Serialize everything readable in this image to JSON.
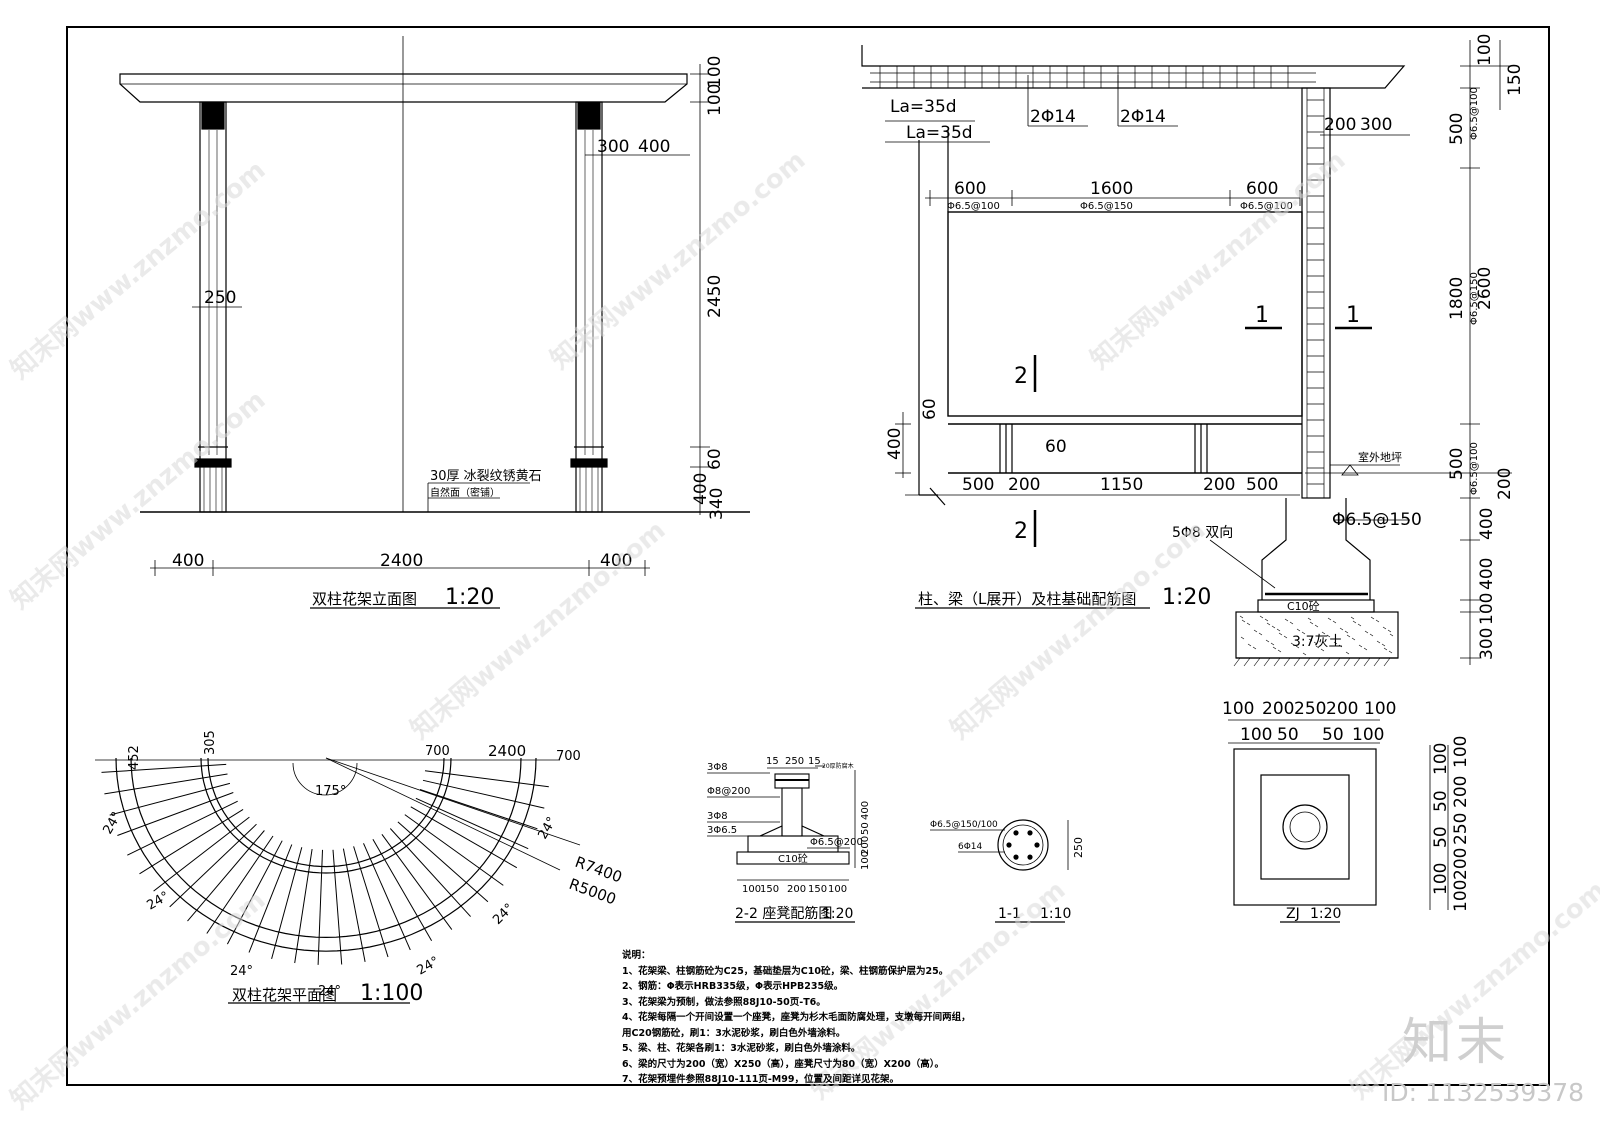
{
  "elevation": {
    "title": "双柱花架立面图",
    "scale": "1:20",
    "dims": {
      "overall_height": "2450",
      "top_a": "100",
      "top_b": "100",
      "cap": "300",
      "cap_b": "400",
      "column_width": "250",
      "base_a": "60",
      "base_b": "400",
      "base_c": "340",
      "left_overhang": "400",
      "span": "2400",
      "right_overhang": "400"
    },
    "notes": {
      "stone": "30厚 冰裂纹锈黄石",
      "finish": "自然面（密铺）"
    }
  },
  "rebar_detail": {
    "title": "柱、梁（L展开）及柱基础配筋图",
    "scale": "1:20",
    "anchor_1": "La=35d",
    "anchor_2": "La=35d",
    "top_bar_1": "2Φ14",
    "top_bar_2": "2Φ14",
    "span_dims": [
      "600",
      "1600",
      "600"
    ],
    "stirrups": [
      "Φ6.5@100",
      "Φ6.5@150",
      "Φ6.5@100"
    ],
    "top_right_dims": [
      "200",
      "300"
    ],
    "right_dims": {
      "a": "100",
      "b": "150",
      "c": "500",
      "d": "1800",
      "e": "2600",
      "f": "500",
      "g": "200",
      "h": "400",
      "i": "400",
      "j": "100",
      "k": "300"
    },
    "right_stirrups": [
      "Φ6.5@100",
      "Φ6.5@150",
      "Φ6.5@100"
    ],
    "left_dims": [
      "60",
      "400"
    ],
    "bottom_dims": [
      "500",
      "200",
      "1150",
      "200",
      "500"
    ],
    "mid_dim": "60",
    "section_1": "1",
    "section_2": "2",
    "outdoor_ground": "室外地坪",
    "column_stirrup": "Φ6.5@150",
    "footing_bars": "5Φ8 双向",
    "cushion": "C10砼",
    "soil": "3:7灰土"
  },
  "plan": {
    "title": "双柱花架平面图",
    "scale": "1:100",
    "angle": "175°",
    "seg_angle": "24°",
    "radius_outer": "R7400",
    "radius_inner": "R5000",
    "top_dims": [
      "700",
      "2400",
      "700"
    ],
    "left_dims": [
      "452",
      "305"
    ]
  },
  "beam_section": {
    "title": "2-2 座凳配筋图",
    "scale": "1:20",
    "labels": [
      "3Φ8",
      "Φ8@200",
      "3Φ8",
      "3Φ6.5",
      "Φ6.5@200",
      "C10砼"
    ],
    "top_dims": [
      "15",
      "250",
      "15"
    ],
    "top_note": "20厚防腐木",
    "side_dims": [
      "400",
      "200",
      "50",
      "100"
    ],
    "bottom_dims": [
      "100",
      "150",
      "200",
      "150",
      "100"
    ]
  },
  "column_section": {
    "title": "1-1",
    "scale": "1:10",
    "labels": [
      "Φ6.5@150/100",
      "6Φ14"
    ],
    "diameter": "250"
  },
  "footing_plan": {
    "title": "ZJ",
    "scale": "1:20",
    "top_dims": [
      "100",
      "200",
      "250",
      "200",
      "100"
    ],
    "inner_dims": [
      "100",
      "50",
      "50",
      "100"
    ],
    "side_dims": [
      "100",
      "200",
      "250",
      "200",
      "100"
    ],
    "side_inner": [
      "100",
      "50",
      "50",
      "100"
    ]
  },
  "notes": {
    "heading": "说明：",
    "items": [
      "1、花架梁、柱钢筋砼为C25，基础垫层为C10砼，梁、柱钢筋保护层为25。",
      "2、钢筋：Φ表示HRB335级，Φ表示HPB235级。",
      "3、花架梁为预制，做法参照88J10-50页-T6。",
      "4、花架每隔一个开间设置一个座凳，座凳为杉木毛面防腐处理，支墩每开间两组，",
      "   用C20钢筋砼，刷1：3水泥砂浆，刷白色外墙涂料。",
      "5、梁、柱、花架各刷1：3水泥砂浆，刷白色外墙涂料。",
      "6、梁的尺寸为200（宽）X250（高），座凳尺寸为80（宽）X200（高）。",
      "7、花架预埋件参照88J10-111页-M99，位置及间距详见花架。"
    ]
  },
  "watermark": {
    "text": "知末网www.znzmo.com",
    "logo": "知末",
    "id": "ID: 1132539378"
  }
}
